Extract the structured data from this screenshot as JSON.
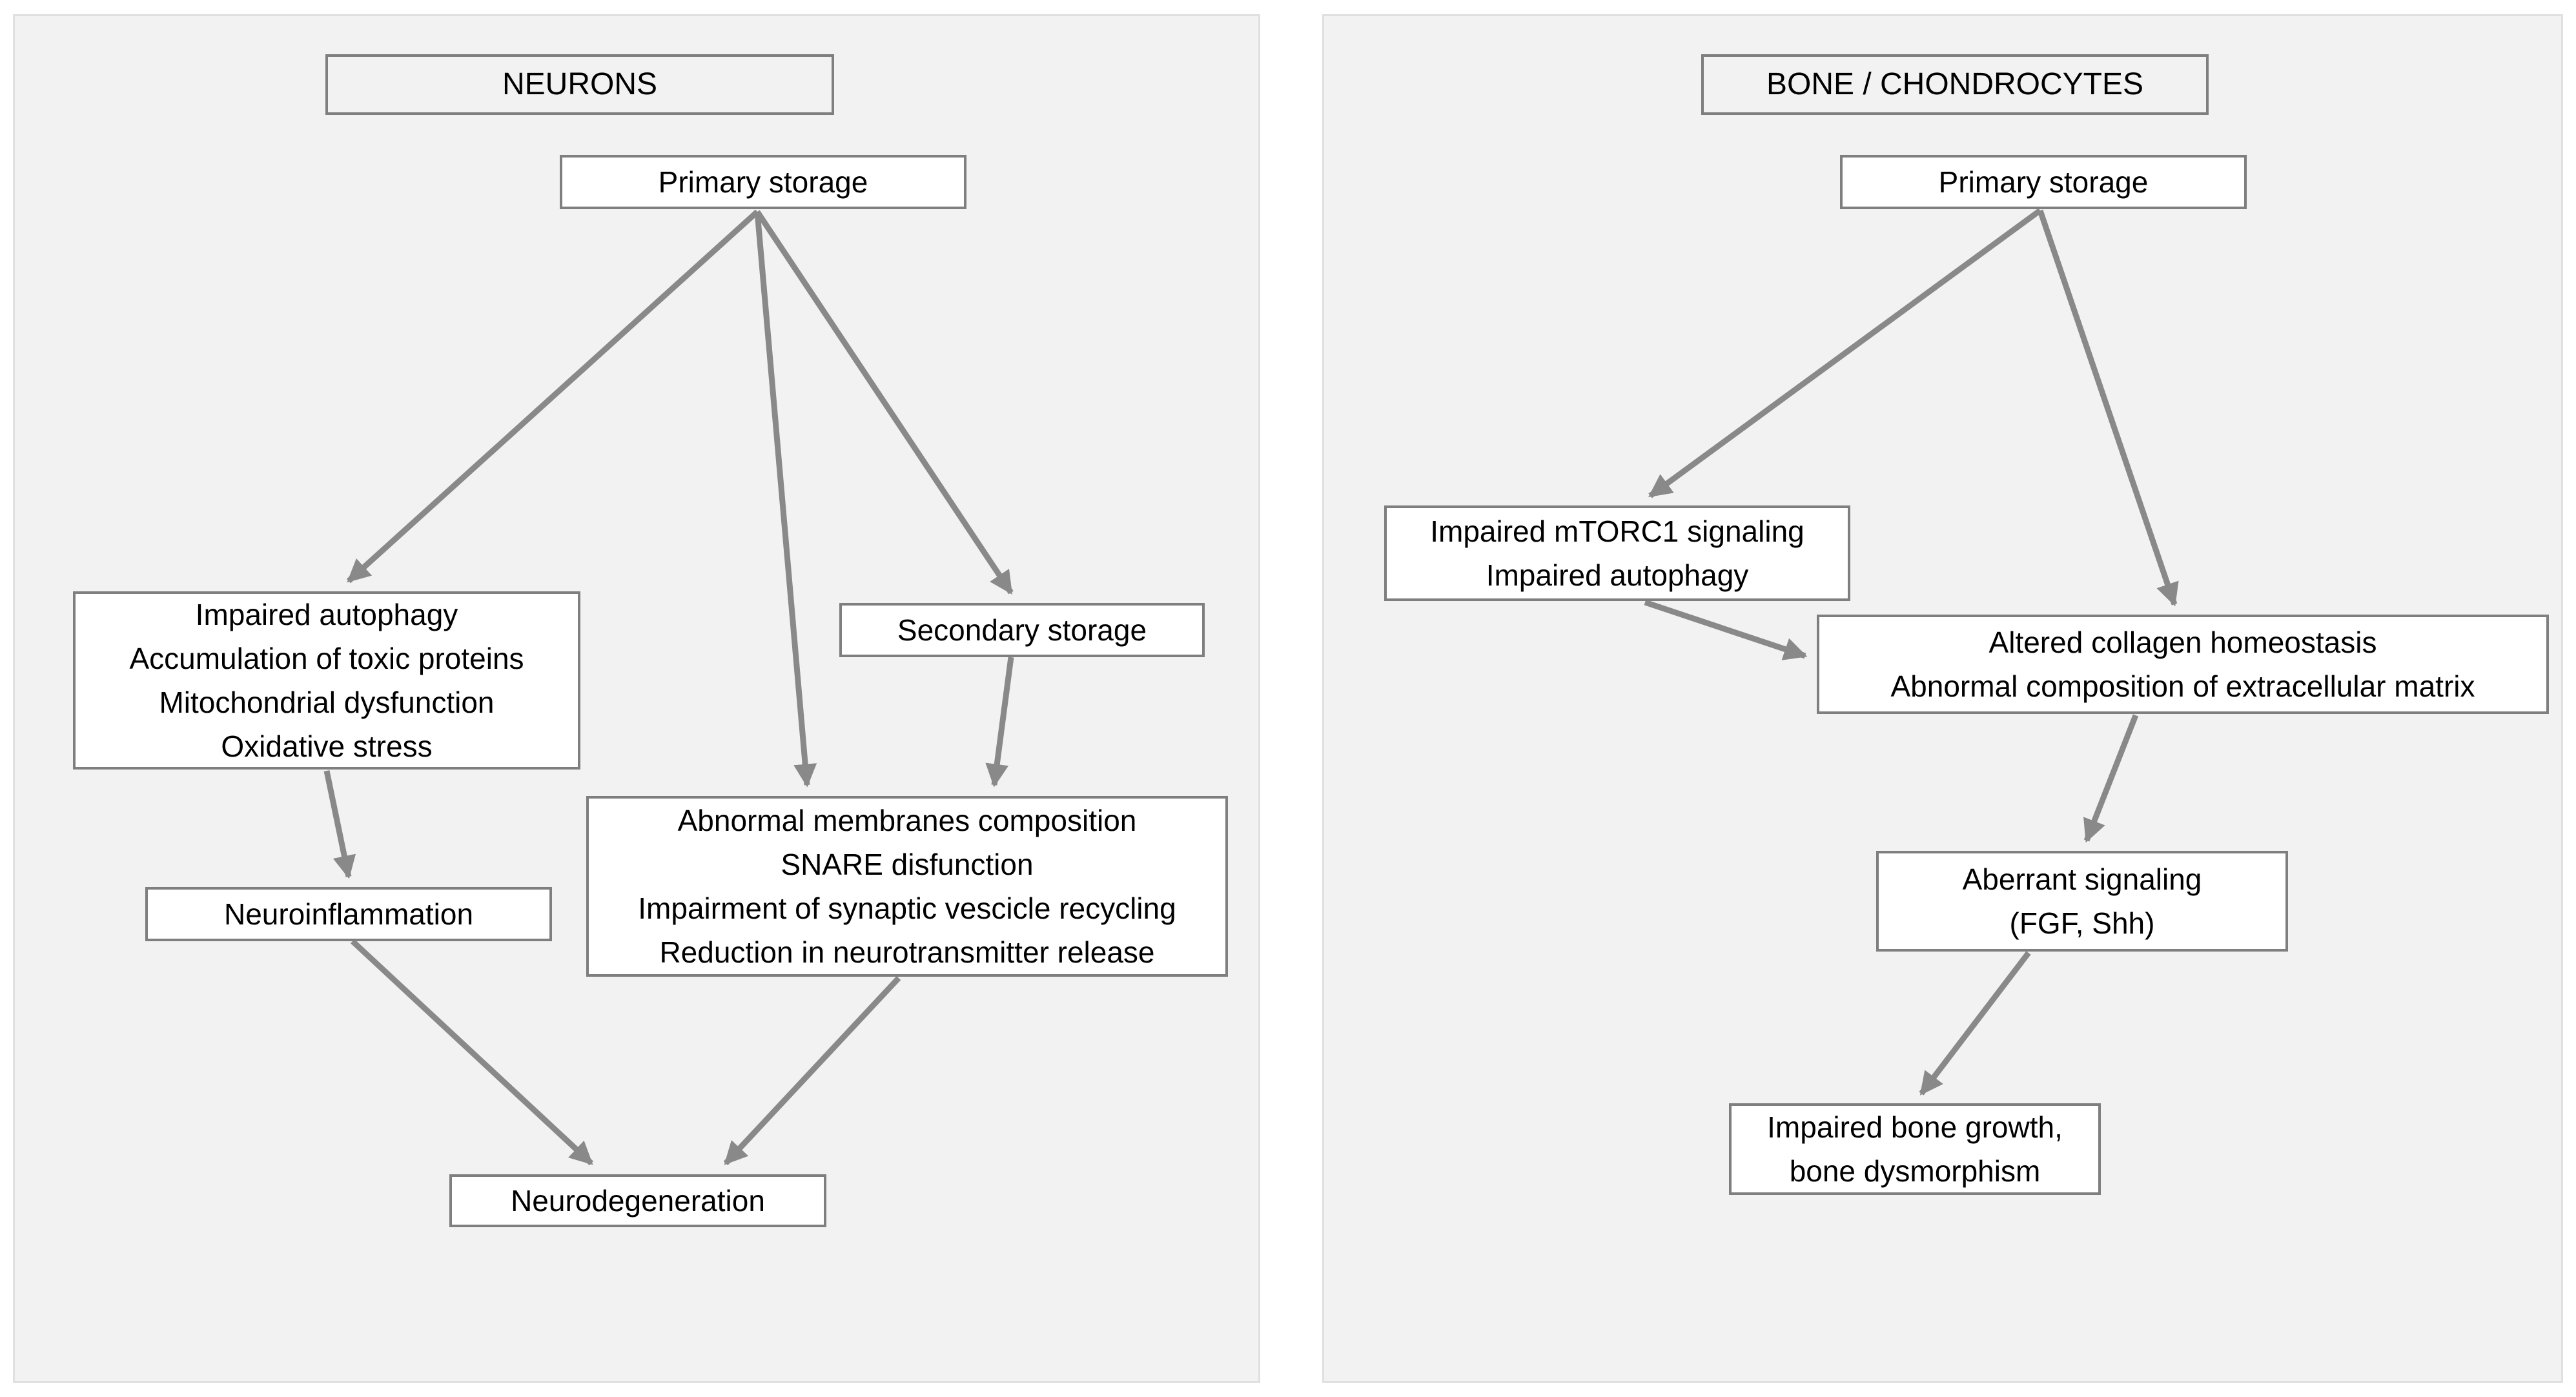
{
  "colors": {
    "panel_background": "#f2f2f2",
    "panel_border": "#e0e0e0",
    "node_background": "#ffffff",
    "node_border": "#7f7f7f",
    "arrow": "#898989",
    "text": "#000000"
  },
  "panels": [
    {
      "title": "NEURONS",
      "nodes": {
        "primary_storage": {
          "label": "Primary storage"
        },
        "cellular_damage": {
          "label": "Impaired autophagy\nAccumulation of toxic proteins\nMitochondrial dysfunction\nOxidative stress"
        },
        "secondary_storage": {
          "label": "Secondary storage"
        },
        "membrane_synaptic_defects": {
          "label": "Abnormal membranes composition\nSNARE disfunction\nImpairment of synaptic vescicle recycling\nReduction in neurotransmitter release"
        },
        "neuroinflammation": {
          "label": "Neuroinflammation"
        },
        "neurodegeneration": {
          "label": "Neurodegeneration"
        }
      },
      "edges": [
        {
          "from": "primary_storage",
          "to": "cellular_damage"
        },
        {
          "from": "primary_storage",
          "to": "membrane_synaptic_defects"
        },
        {
          "from": "primary_storage",
          "to": "secondary_storage"
        },
        {
          "from": "secondary_storage",
          "to": "membrane_synaptic_defects"
        },
        {
          "from": "cellular_damage",
          "to": "neuroinflammation"
        },
        {
          "from": "neuroinflammation",
          "to": "neurodegeneration"
        },
        {
          "from": "membrane_synaptic_defects",
          "to": "neurodegeneration"
        }
      ]
    },
    {
      "title": "BONE / CHONDROCYTES",
      "nodes": {
        "primary_storage": {
          "label": "Primary storage"
        },
        "mtorc1_autophagy": {
          "label": "Impaired mTORC1 signaling\nImpaired autophagy"
        },
        "collagen_matrix": {
          "label": "Altered collagen homeostasis\nAbnormal composition of extracellular matrix"
        },
        "aberrant_signaling": {
          "label": "Aberrant signaling\n(FGF, Shh)"
        },
        "bone_growth": {
          "label": "Impaired bone growth,\nbone dysmorphism"
        }
      },
      "edges": [
        {
          "from": "primary_storage",
          "to": "mtorc1_autophagy"
        },
        {
          "from": "primary_storage",
          "to": "collagen_matrix"
        },
        {
          "from": "mtorc1_autophagy",
          "to": "collagen_matrix"
        },
        {
          "from": "collagen_matrix",
          "to": "aberrant_signaling"
        },
        {
          "from": "aberrant_signaling",
          "to": "bone_growth"
        }
      ]
    }
  ]
}
